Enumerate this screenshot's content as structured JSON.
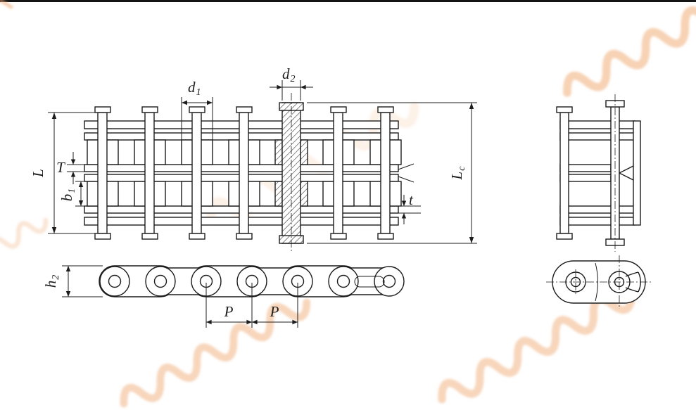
{
  "drawing": {
    "subject": "duplex-roller-chain-technical-drawing",
    "dimension_labels": {
      "d1": {
        "base": "d",
        "sub": "1"
      },
      "d2": {
        "base": "d",
        "sub": "2"
      },
      "L": {
        "base": "L",
        "sub": ""
      },
      "T": {
        "base": "T",
        "sub": ""
      },
      "b1": {
        "base": "b",
        "sub": "1"
      },
      "Lc": {
        "base": "L",
        "sub": "c"
      },
      "t": {
        "base": "t",
        "sub": ""
      },
      "h2": {
        "base": "h",
        "sub": "2"
      },
      "P_left": {
        "base": "P",
        "sub": ""
      },
      "P_right": {
        "base": "P",
        "sub": ""
      }
    },
    "colors": {
      "line": "#1c1c1c",
      "background": "#ffffff",
      "watermark": "#f0ad79"
    }
  }
}
